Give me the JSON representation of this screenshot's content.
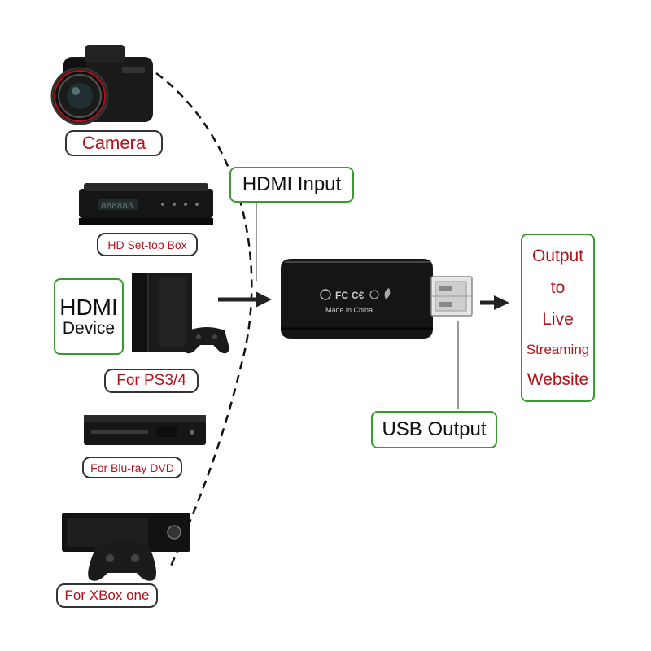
{
  "devices": {
    "camera": "Camera",
    "settop": "HD Set-top Box",
    "hdmi_device_line1": "HDMI",
    "hdmi_device_line2": "Device",
    "ps": "For PS3/4",
    "bluray": "For Blu-ray DVD",
    "xbox": "For XBox one"
  },
  "capture": {
    "input_label": "HDMI Input",
    "output_label": "USB Output",
    "made_in": "Made in China",
    "cert_fc": "FC",
    "cert_ce": "C€"
  },
  "output": {
    "line1": "Output",
    "line2": "to",
    "line3": "Live",
    "line4": "Streaming",
    "line5": "Website"
  },
  "set_top_display": "888888",
  "colors": {
    "label_red": "#b3121b",
    "border_green": "#3a9a2e",
    "device_black": "#151515"
  }
}
